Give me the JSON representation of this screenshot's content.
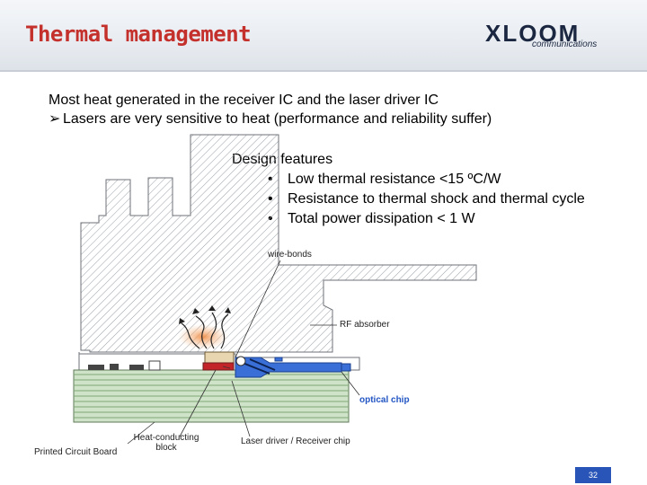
{
  "header": {
    "title": "Thermal management",
    "logo_main": "XLOOM",
    "logo_sub": "communications"
  },
  "intro": {
    "line1": "Most heat generated in the receiver IC and the laser driver IC",
    "line2": "Lasers are very sensitive to heat (performance and reliability suffer)"
  },
  "features": {
    "heading": "Design features",
    "items": [
      "Low thermal resistance <15 ºC/W",
      "Resistance to thermal shock and thermal cycle",
      "Total power dissipation < 1 W"
    ]
  },
  "labels": {
    "wire_bonds": "wire-bonds",
    "rf_absorber": "RF absorber",
    "optical_chip": "optical chip",
    "heat_block": "Heat-conducting block",
    "pcb": "Printed Circuit Board",
    "driver": "Laser driver / Receiver chip"
  },
  "page_number": "32",
  "colors": {
    "title": "#c4302b",
    "accent": "#2a55b8",
    "pcb": "#cfe3c8",
    "chip": "#3a6fd8",
    "heat": "#f0a060"
  }
}
